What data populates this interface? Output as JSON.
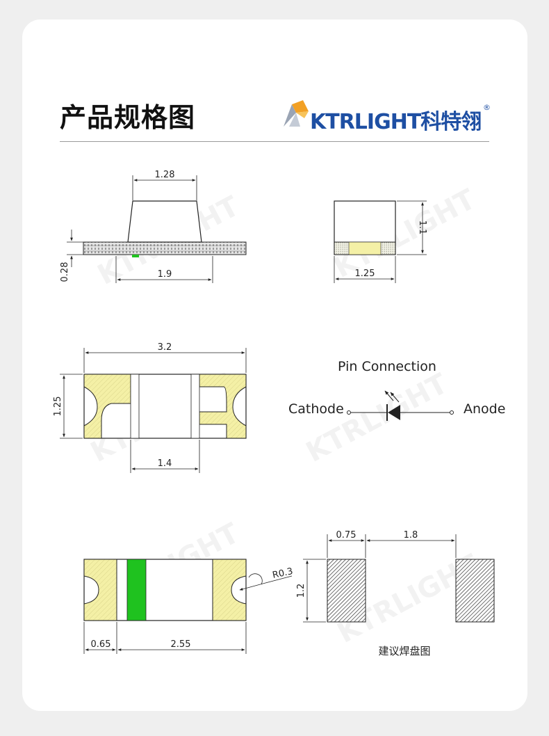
{
  "header": {
    "title": "产品规格图",
    "brand_name": "KTRLIGHT科特翎",
    "brand_reg": "®"
  },
  "watermark": {
    "text": "KTRLIGHT"
  },
  "side_view": {
    "dim_top": "1.28",
    "dim_height": "0.28",
    "dim_width": "1.9"
  },
  "end_view": {
    "dim_width": "1.25",
    "dim_height": "1.1"
  },
  "top_view": {
    "dim_length": "3.2",
    "dim_width": "1.25",
    "dim_gap": "1.4"
  },
  "pin_connection": {
    "title": "Pin Connection",
    "cathode": "Cathode",
    "anode": "Anode"
  },
  "bottom_view": {
    "dim_pad": "0.65",
    "dim_span": "2.55",
    "dim_radius": "R0.3"
  },
  "solder_pad": {
    "dim_pad_width": "0.75",
    "dim_gap": "1.8",
    "dim_height": "1.2",
    "caption": "建议焊盘图"
  },
  "colors": {
    "pad_yellow": "#f4f0a6",
    "green_stripe": "#1fc21f",
    "brand_blue": "#1e4fa3",
    "brand_orange": "#f2a024"
  }
}
